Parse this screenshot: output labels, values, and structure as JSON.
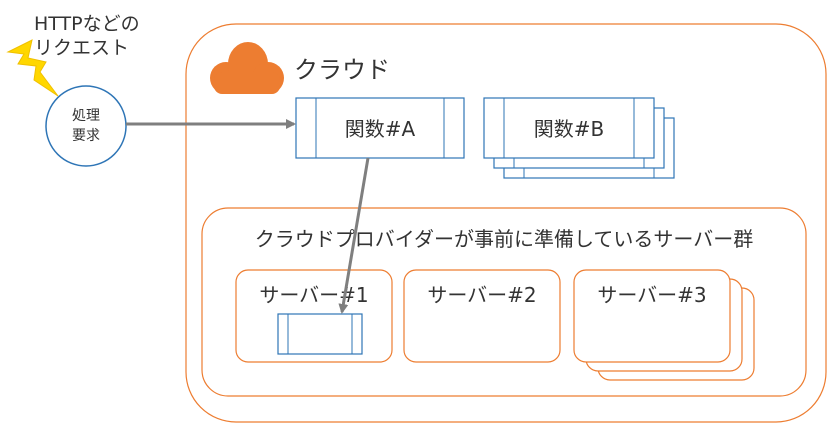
{
  "request_note": {
    "line1": "HTTPなどの",
    "line2": "リクエスト"
  },
  "process_request": {
    "line1": "処理",
    "line2": "要求"
  },
  "cloud": {
    "label": "クラウド"
  },
  "functions": [
    {
      "label": "関数#A"
    },
    {
      "label": "関数#B"
    }
  ],
  "server_group": {
    "label": "クラウドプロバイダーが事前に準備しているサーバー群"
  },
  "servers": [
    {
      "label": "サーバー#1"
    },
    {
      "label": "サーバー#2"
    },
    {
      "label": "サーバー#3"
    }
  ],
  "colors": {
    "cloud_border": "#ed7d31",
    "cloud_icon": "#ed7d31",
    "function_border": "#2e75b6",
    "arrow": "#7f7f7f",
    "lightning": "#ffd700",
    "request_circle": "#2e75b6"
  }
}
